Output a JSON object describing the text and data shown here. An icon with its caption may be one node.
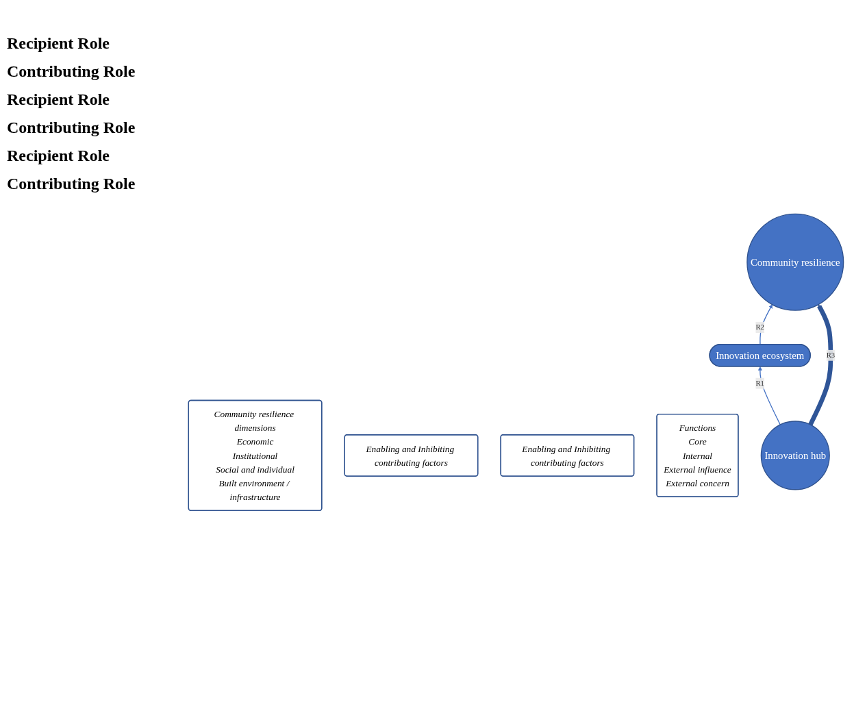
{
  "diagram": {
    "nodes": [
      {
        "text": [
          "Community resilience dimensions",
          "Economic",
          "Institutional",
          "Social and individual",
          "Built environment / infrastructure"
        ]
      },
      {
        "text": [
          "Community resilience"
        ]
      },
      {
        "text": [
          "Enabling and Inhibiting contributing factors"
        ]
      },
      {
        "text": [
          "Innovation ecosystem"
        ]
      },
      {
        "text": [
          "Enabling and Inhibiting contributing factors"
        ]
      },
      {
        "text": [
          "Functions",
          "Core",
          "Internal",
          "External influence",
          "External concern"
        ]
      },
      {
        "text": [
          "Innovation hub"
        ]
      }
    ],
    "edges": [
      {
        "from": 3,
        "to": 1,
        "arrow": "to",
        "label": "R2"
      },
      {
        "from": 6,
        "to": 3,
        "arrow": "to",
        "label": "R1"
      },
      {
        "from": 6,
        "to": 1,
        "arrow": "to",
        "label": "R3",
        "style": "thick",
        "color": "#2f5597"
      }
    ],
    "labels": [
      "Recipient Role",
      "Contributing Role",
      "Recipient Role",
      "Contributing Role",
      "Recipient Role",
      "Contributing Role"
    ]
  }
}
